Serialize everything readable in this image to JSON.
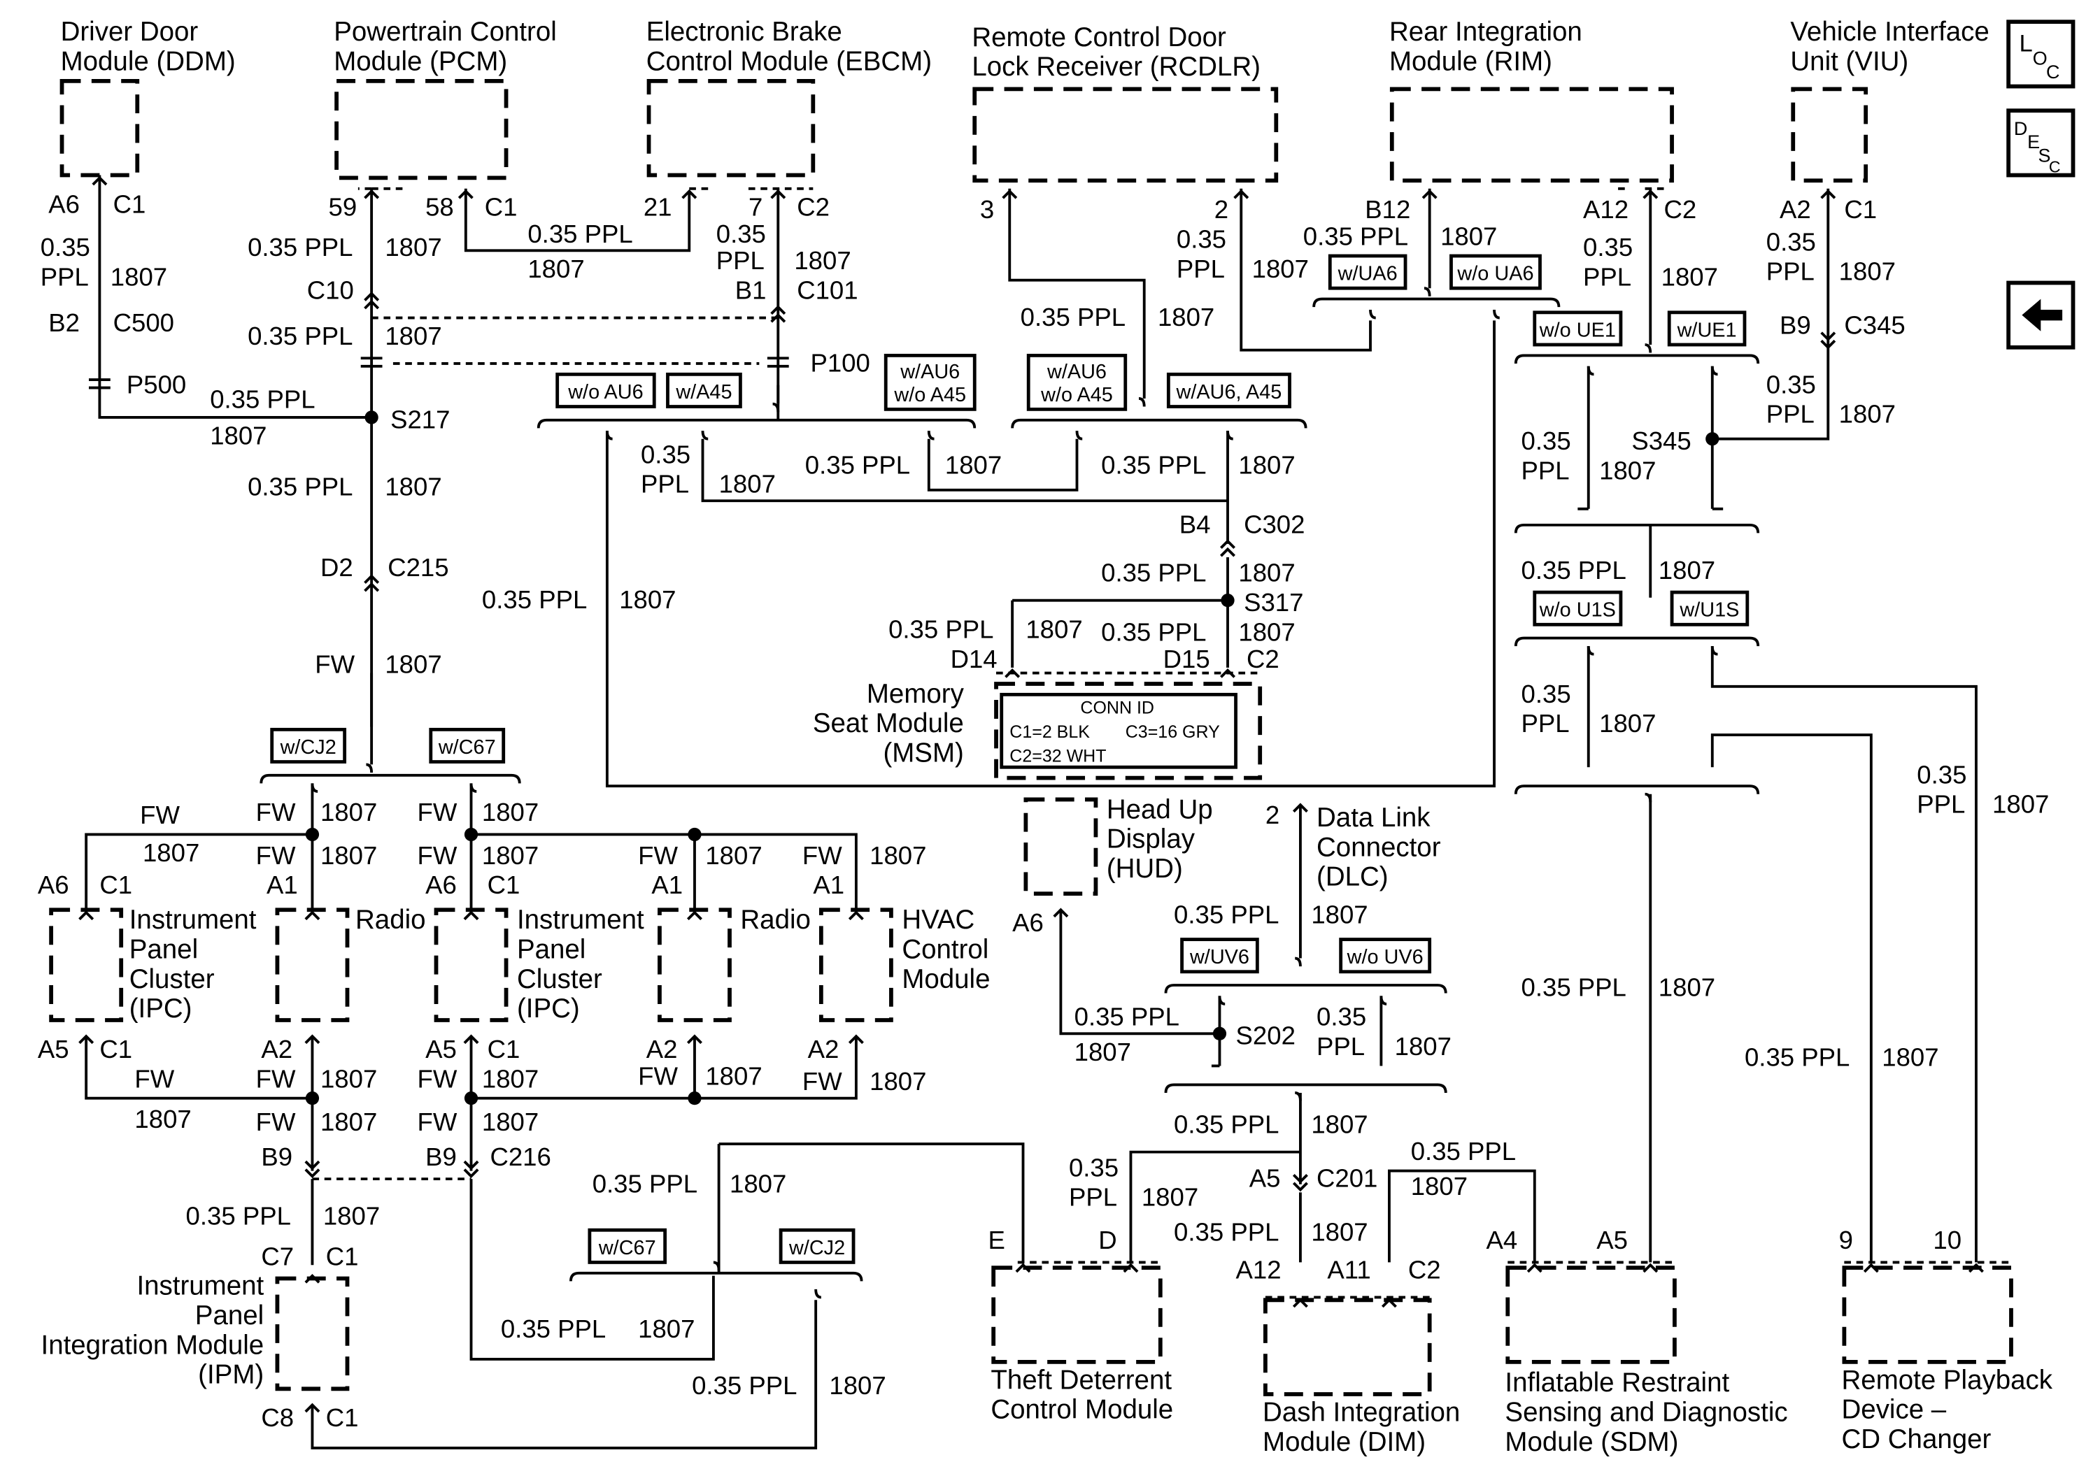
{
  "modules": {
    "ddm": {
      "name": [
        "Driver Door",
        "Module (DDM)"
      ]
    },
    "pcm": {
      "name": [
        "Powertrain Control",
        "Module (PCM)"
      ]
    },
    "ebcm": {
      "name": [
        "Electronic Brake",
        "Control Module (EBCM)"
      ]
    },
    "rcdlr": {
      "name": [
        "Remote Control Door",
        "Lock Receiver (RCDLR)"
      ]
    },
    "rim": {
      "name": [
        "Rear Integration",
        "Module (RIM)"
      ]
    },
    "viu": {
      "name": [
        "Vehicle Interface",
        "Unit (VIU)"
      ]
    },
    "msm": {
      "name": [
        "Memory",
        "Seat Module",
        "(MSM)"
      ]
    },
    "hud": {
      "name": [
        "Head Up",
        "Display",
        "(HUD)"
      ]
    },
    "dlc": {
      "name": [
        "Data Link",
        "Connector",
        "(DLC)"
      ]
    },
    "ipc1": {
      "name": [
        "Instrument",
        "Panel",
        "Cluster",
        "(IPC)"
      ]
    },
    "radio1": {
      "name": [
        "Radio"
      ]
    },
    "ipc2": {
      "name": [
        "Instrument",
        "Panel",
        "Cluster",
        "(IPC)"
      ]
    },
    "radio2": {
      "name": [
        "Radio"
      ]
    },
    "hvac": {
      "name": [
        "HVAC",
        "Control",
        "Module"
      ]
    },
    "ipm": {
      "name": [
        "Instrument",
        "Panel",
        "Integration Module",
        "(IPM)"
      ]
    },
    "tdcm": {
      "name": [
        "Theft Deterrent",
        "Control Module"
      ]
    },
    "dim": {
      "name": [
        "Dash Integration",
        "Module (DIM)"
      ]
    },
    "sdm": {
      "name": [
        "Inflatable Restraint",
        "Sensing and Diagnostic",
        "Module (SDM)"
      ]
    },
    "rpd": {
      "name": [
        "Remote Playback",
        "Device –",
        "CD Changer"
      ]
    }
  },
  "conn_id": {
    "title": "CONN ID",
    "c1": "C1=2 BLK",
    "c2": "C2=32 WHT",
    "c3": "C3=16 GRY"
  },
  "side_icons": {
    "loc": "LOC",
    "desc": "DESC",
    "back": "back-arrow-icon"
  },
  "options": {
    "wo_au6": "w/o AU6",
    "w_a45": "w/A45",
    "w_au6_wo_a45": [
      "w/AU6",
      "w/o A45"
    ],
    "w_au6_a45": "w/AU6, A45",
    "w_ua6": "w/UA6",
    "wo_ua6": "w/o UA6",
    "wo_ue1": "w/o UE1",
    "w_ue1": "w/UE1",
    "wo_u1s": "w/o U1S",
    "w_u1s": "w/U1S",
    "w_cj2": "w/CJ2",
    "w_c67": "w/C67",
    "w_uv6": "w/UV6",
    "wo_uv6": "w/o UV6"
  },
  "labels": [
    {
      "k": "ddm_a6",
      "t": "A6"
    },
    {
      "k": "ddm_c1",
      "t": "C1"
    },
    {
      "k": "ddm_w1",
      "t": "0.35"
    },
    {
      "k": "ddm_w2",
      "t": "PPL"
    },
    {
      "k": "ddm_ckt",
      "t": "1807"
    },
    {
      "k": "b2",
      "t": "B2"
    },
    {
      "k": "c500",
      "t": "C500"
    },
    {
      "k": "p500",
      "t": "P500"
    },
    {
      "k": "ddm_w3",
      "t": "0.35 PPL"
    },
    {
      "k": "ddm_ckt2",
      "t": "1807"
    },
    {
      "k": "pcm_59",
      "t": "59"
    },
    {
      "k": "pcm_58",
      "t": "58"
    },
    {
      "k": "pcm_c1",
      "t": "C1"
    },
    {
      "k": "pcm_w",
      "t": "0.35 PPL"
    },
    {
      "k": "pcm_ckt",
      "t": "1807"
    },
    {
      "k": "pcm_w2",
      "t": "0.35 PPL"
    },
    {
      "k": "pcm_ckt2",
      "t": "1807"
    },
    {
      "k": "c10",
      "t": "C10"
    },
    {
      "k": "pcm_w3",
      "t": "0.35 PPL"
    },
    {
      "k": "pcm_ckt3",
      "t": "1807"
    },
    {
      "k": "ebcm_21",
      "t": "21"
    },
    {
      "k": "ebcm_7",
      "t": "7"
    },
    {
      "k": "ebcm_c2",
      "t": "C2"
    },
    {
      "k": "ebcm_w1",
      "t": "0.35"
    },
    {
      "k": "ebcm_w2",
      "t": "PPL"
    },
    {
      "k": "ebcm_ckt",
      "t": "1807"
    },
    {
      "k": "b1",
      "t": "B1"
    },
    {
      "k": "c101",
      "t": "C101"
    },
    {
      "k": "p100",
      "t": "P100"
    },
    {
      "k": "s217",
      "t": "S217"
    },
    {
      "k": "s217_w",
      "t": "0.35 PPL"
    },
    {
      "k": "s217_ckt",
      "t": "1807"
    },
    {
      "k": "d2",
      "t": "D2"
    },
    {
      "k": "c215",
      "t": "C215"
    },
    {
      "k": "fw_main",
      "t": "FW"
    },
    {
      "k": "fw_ckt",
      "t": "1807"
    },
    {
      "k": "rc_3",
      "t": "3"
    },
    {
      "k": "rc_2",
      "t": "2"
    },
    {
      "k": "rc_w1",
      "t": "0.35"
    },
    {
      "k": "rc_w2",
      "t": "PPL"
    },
    {
      "k": "rc_ckt",
      "t": "1807"
    },
    {
      "k": "rc_w3",
      "t": "0.35 PPL"
    },
    {
      "k": "rc_ckt3",
      "t": "1807"
    },
    {
      "k": "rim_b12",
      "t": "B12"
    },
    {
      "k": "rim_w",
      "t": "0.35 PPL"
    },
    {
      "k": "rim_ckt",
      "t": "1807"
    },
    {
      "k": "rim_a12",
      "t": "A12"
    },
    {
      "k": "rim_c2",
      "t": "C2"
    },
    {
      "k": "rim_w2",
      "t": "0.35"
    },
    {
      "k": "rim_w3",
      "t": "PPL"
    },
    {
      "k": "rim_ckt2",
      "t": "1807"
    },
    {
      "k": "viu_a2",
      "t": "A2"
    },
    {
      "k": "viu_c1",
      "t": "C1"
    },
    {
      "k": "viu_w1",
      "t": "0.35"
    },
    {
      "k": "viu_w2",
      "t": "PPL"
    },
    {
      "k": "viu_ckt",
      "t": "1807"
    },
    {
      "k": "b9v",
      "t": "B9"
    },
    {
      "k": "c345",
      "t": "C345"
    },
    {
      "k": "viu_w3",
      "t": "0.35"
    },
    {
      "k": "viu_w4",
      "t": "PPL"
    },
    {
      "k": "viu_ckt2",
      "t": "1807"
    },
    {
      "k": "s345",
      "t": "S345"
    },
    {
      "k": "s345_w1",
      "t": "0.35"
    },
    {
      "k": "s345_w2",
      "t": "PPL"
    },
    {
      "k": "s345_ckt",
      "t": "1807"
    },
    {
      "k": "u1s_w",
      "t": "0.35 PPL"
    },
    {
      "k": "u1s_ckt",
      "t": "1807"
    },
    {
      "k": "lo_w1",
      "t": "0.35"
    },
    {
      "k": "lo_w2",
      "t": "PPL"
    },
    {
      "k": "lo_ckt",
      "t": "1807"
    },
    {
      "k": "msm_w1",
      "t": "0.35"
    },
    {
      "k": "msm_w2",
      "t": "PPL"
    },
    {
      "k": "msm_ckt1",
      "t": "1807"
    },
    {
      "k": "msm_w3",
      "t": "0.35 PPL"
    },
    {
      "k": "msm_ckt2",
      "t": "1807"
    },
    {
      "k": "msm_w4",
      "t": "0.35 PPL"
    },
    {
      "k": "msm_ckt3",
      "t": "1807"
    },
    {
      "k": "b4",
      "t": "B4"
    },
    {
      "k": "c302",
      "t": "C302"
    },
    {
      "k": "s317_w",
      "t": "0.35 PPL"
    },
    {
      "k": "s317_ckt",
      "t": "1807"
    },
    {
      "k": "s317",
      "t": "S317"
    },
    {
      "k": "d14_w",
      "t": "0.35 PPL"
    },
    {
      "k": "d14_ckt",
      "t": "1807"
    },
    {
      "k": "d15_w",
      "t": "0.35 PPL"
    },
    {
      "k": "d15_ckt",
      "t": "1807"
    },
    {
      "k": "d14",
      "t": "D14"
    },
    {
      "k": "d15",
      "t": "D15"
    },
    {
      "k": "msm_c2",
      "t": "C2"
    },
    {
      "k": "left_w",
      "t": "0.35 PPL"
    },
    {
      "k": "left_ckt",
      "t": "1807"
    },
    {
      "k": "ip_fw1",
      "t": "FW"
    },
    {
      "k": "ip_c1",
      "t": "1807"
    },
    {
      "k": "ip_fw2",
      "t": "FW"
    },
    {
      "k": "ip_c2",
      "t": "1807"
    },
    {
      "k": "ip_fw3",
      "t": "FW"
    },
    {
      "k": "ip_c3",
      "t": "1807"
    },
    {
      "k": "ip_fw4",
      "t": "FW"
    },
    {
      "k": "ip_c4",
      "t": "1807"
    },
    {
      "k": "ip_fw5",
      "t": "FW"
    },
    {
      "k": "ip_c5",
      "t": "1807"
    },
    {
      "k": "ip_fw6",
      "t": "FW"
    },
    {
      "k": "ip_c6",
      "t": "1807"
    },
    {
      "k": "ip_fw7",
      "t": "FW"
    },
    {
      "k": "ip_c7",
      "t": "1807"
    },
    {
      "k": "ip_fw8",
      "t": "FW"
    },
    {
      "k": "ip_c8",
      "t": "1807"
    },
    {
      "k": "ipc1_a6",
      "t": "A6"
    },
    {
      "k": "ipc1_c1",
      "t": "C1"
    },
    {
      "k": "r1_a1",
      "t": "A1"
    },
    {
      "k": "ipc2_a6",
      "t": "A6"
    },
    {
      "k": "ipc2_c1",
      "t": "C1"
    },
    {
      "k": "r2_a1",
      "t": "A1"
    },
    {
      "k": "hv_a1",
      "t": "A1"
    },
    {
      "k": "ipc1_a5",
      "t": "A5"
    },
    {
      "k": "ipc1_c1b",
      "t": "C1"
    },
    {
      "k": "r1_a2",
      "t": "A2"
    },
    {
      "k": "ipc2_a5",
      "t": "A5"
    },
    {
      "k": "ipc2_c1b",
      "t": "C1"
    },
    {
      "k": "r2_a2",
      "t": "A2"
    },
    {
      "k": "hv_a2",
      "t": "A2"
    },
    {
      "k": "lo_fw1",
      "t": "FW"
    },
    {
      "k": "lo_c1",
      "t": "1807"
    },
    {
      "k": "lo_fw2",
      "t": "FW"
    },
    {
      "k": "lo_c2",
      "t": "1807"
    },
    {
      "k": "lo_fw3",
      "t": "FW"
    },
    {
      "k": "lo_c3",
      "t": "1807"
    },
    {
      "k": "lo_fw4",
      "t": "FW"
    },
    {
      "k": "lo_c4",
      "t": "1807"
    },
    {
      "k": "lo_fw5",
      "t": "FW"
    },
    {
      "k": "lo_c5",
      "t": "1807"
    },
    {
      "k": "lo_fw6",
      "t": "FW"
    },
    {
      "k": "lo_c6",
      "t": "1807"
    },
    {
      "k": "lo_fw7",
      "t": "FW"
    },
    {
      "k": "lo_c7",
      "t": "1807"
    },
    {
      "k": "lo_fw8",
      "t": "FW"
    },
    {
      "k": "lo_c8",
      "t": "1807"
    },
    {
      "k": "b9a",
      "t": "B9"
    },
    {
      "k": "b9b",
      "t": "B9"
    },
    {
      "k": "c216",
      "t": "C216"
    },
    {
      "k": "ipm_w",
      "t": "0.35 PPL"
    },
    {
      "k": "ipm_ckt",
      "t": "1807"
    },
    {
      "k": "ipm_c7",
      "t": "C7"
    },
    {
      "k": "ipm_c1",
      "t": "C1"
    },
    {
      "k": "ipm_c8",
      "t": "C8"
    },
    {
      "k": "ipm_c1b",
      "t": "C1"
    },
    {
      "k": "mid_w1",
      "t": "0.35 PPL"
    },
    {
      "k": "mid_ckt1",
      "t": "1807"
    },
    {
      "k": "mid_w2",
      "t": "0.35 PPL"
    },
    {
      "k": "mid_ckt2",
      "t": "1807"
    },
    {
      "k": "mid_w3",
      "t": "0.35 PPL"
    },
    {
      "k": "mid_ckt3",
      "t": "1807"
    },
    {
      "k": "hud_a6",
      "t": "A6"
    },
    {
      "k": "dlc_2",
      "t": "2"
    },
    {
      "k": "dlc_w",
      "t": "0.35 PPL"
    },
    {
      "k": "dlc_ckt",
      "t": "1807"
    },
    {
      "k": "s202_w",
      "t": "0.35 PPL"
    },
    {
      "k": "s202_ckt",
      "t": "1807"
    },
    {
      "k": "s202",
      "t": "S202"
    },
    {
      "k": "s202_w2",
      "t": "0.35"
    },
    {
      "k": "s202_w3",
      "t": "PPL"
    },
    {
      "k": "s202_ckt2",
      "t": "1807"
    },
    {
      "k": "c201_w",
      "t": "0.35 PPL"
    },
    {
      "k": "c201_ckt",
      "t": "1807"
    },
    {
      "k": "a5c",
      "t": "A5"
    },
    {
      "k": "c201",
      "t": "C201"
    },
    {
      "k": "tdcm_w1",
      "t": "0.35"
    },
    {
      "k": "tdcm_w2",
      "t": "PPL"
    },
    {
      "k": "tdcm_ckt",
      "t": "1807"
    },
    {
      "k": "sdm_w",
      "t": "0.35 PPL"
    },
    {
      "k": "sdm_ckt",
      "t": "1807"
    },
    {
      "k": "dim_w",
      "t": "0.35 PPL"
    },
    {
      "k": "dim_ckt",
      "t": "1807"
    },
    {
      "k": "tdcm_e",
      "t": "E"
    },
    {
      "k": "tdcm_d",
      "t": "D"
    },
    {
      "k": "dim_a12",
      "t": "A12"
    },
    {
      "k": "dim_a11",
      "t": "A11"
    },
    {
      "k": "dim_c2",
      "t": "C2"
    },
    {
      "k": "sdm_a4",
      "t": "A4"
    },
    {
      "k": "sdm_a5",
      "t": "A5"
    },
    {
      "k": "rpd_9",
      "t": "9"
    },
    {
      "k": "rpd_10",
      "t": "10"
    },
    {
      "k": "sdmv_w",
      "t": "0.35 PPL"
    },
    {
      "k": "sdmv_ckt",
      "t": "1807"
    },
    {
      "k": "rpd_w",
      "t": "0.35 PPL"
    },
    {
      "k": "rpd_ckt",
      "t": "1807"
    },
    {
      "k": "rpd_w2",
      "t": "0.35"
    },
    {
      "k": "rpd_w3",
      "t": "PPL"
    },
    {
      "k": "rpd_ckt2",
      "t": "1807"
    }
  ]
}
